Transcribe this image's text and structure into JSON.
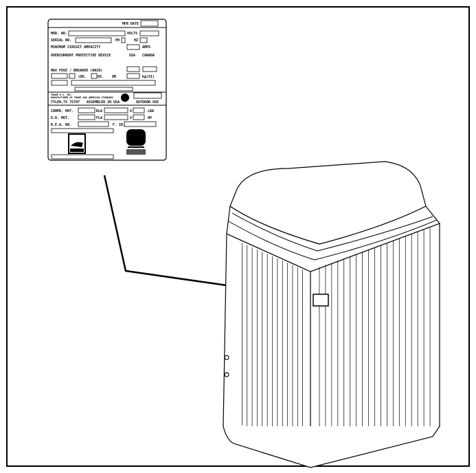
{
  "nameplate": {
    "mfr_date": "MFR DATE",
    "mod_no": "MOD. NO.",
    "volts": "VOLTS",
    "serial_no": "SERIAL NO.",
    "ph": "PH",
    "hz": "HZ",
    "min_circuit_ampacity": "MINIMUM CIRCUIT AMPACITY",
    "amps": "AMPS",
    "overcurrent_device": "OVERCURRENT PROTECTIVE DEVICE",
    "usa": "USA",
    "canada": "CANADA",
    "max_fuse": "MAX FUSE / BREAKER (HACR)",
    "lbs": "LBS.",
    "oz": "OZ.",
    "or": "OR",
    "kg": "kg(SI)",
    "maker_line1": "TRANE U.S. INC.",
    "maker_line2": "MANUFACTURER OF TRANE AND AMERICAN STANDARD",
    "location": "TYLER,TX 75707",
    "assembled": "ASSEMBLED IN USA",
    "outdoor_use": "OUTDOOR USE",
    "compr_mot": "COMPR. MOT.",
    "rla": "RLA",
    "v": "V",
    "lra": "LRA",
    "od_mot": "O.D. MOT.",
    "fla": "FLA",
    "hp": "HP",
    "rea_no": "R.E.A. NO.",
    "f_id": "F. ID."
  }
}
